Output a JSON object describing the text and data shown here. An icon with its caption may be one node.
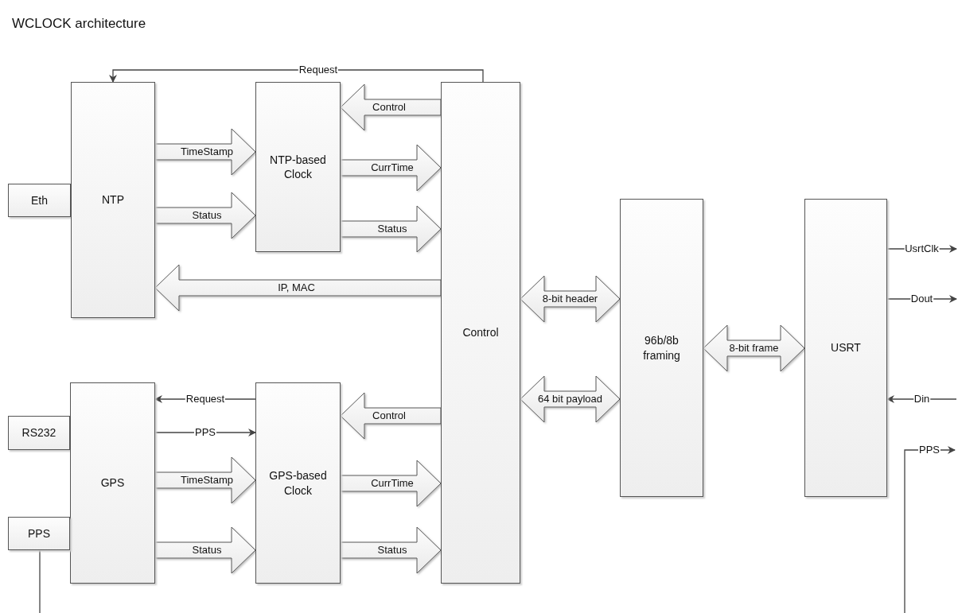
{
  "diagram": {
    "title": "WCLOCK architecture",
    "nodes": [
      {
        "text": [
          "Eth"
        ]
      },
      {
        "text": [
          "NTP"
        ]
      },
      {
        "text": [
          "NTP-based Clock"
        ]
      },
      {
        "text": [
          "Control"
        ]
      },
      {
        "text": [
          "96b/8b framing"
        ]
      },
      {
        "text": [
          "USRT"
        ]
      },
      {
        "text": [
          "RS232"
        ]
      },
      {
        "text": [
          "GPS"
        ]
      },
      {
        "text": [
          "PPS"
        ]
      },
      {
        "text": [
          "GPS-based Clock"
        ]
      }
    ],
    "edges": [
      {
        "from": 3,
        "to": 1,
        "arrow": "to",
        "label": "Request"
      },
      {
        "from": 3,
        "to": 2,
        "arrow": "to",
        "label": "Control",
        "style": "thick"
      },
      {
        "from": 1,
        "to": 2,
        "arrow": "to",
        "label": "TimeStamp",
        "style": "thick"
      },
      {
        "from": 1,
        "to": 2,
        "arrow": "to",
        "label": "Status",
        "style": "thick"
      },
      {
        "from": 2,
        "to": 3,
        "arrow": "to",
        "label": "CurrTime",
        "style": "thick"
      },
      {
        "from": 2,
        "to": 3,
        "arrow": "to",
        "label": "Status",
        "style": "thick"
      },
      {
        "from": 3,
        "to": 1,
        "arrow": "to",
        "label": "IP, MAC",
        "style": "thick"
      },
      {
        "from": 9,
        "to": 7,
        "arrow": "to",
        "label": "Request"
      },
      {
        "from": 7,
        "to": 9,
        "arrow": "to",
        "label": "PPS"
      },
      {
        "from": 3,
        "to": 9,
        "arrow": "to",
        "label": "Control",
        "style": "thick"
      },
      {
        "from": 7,
        "to": 9,
        "arrow": "to",
        "label": "TimeStamp",
        "style": "thick"
      },
      {
        "from": 7,
        "to": 9,
        "arrow": "to",
        "label": "Status",
        "style": "thick"
      },
      {
        "from": 9,
        "to": 3,
        "arrow": "to",
        "label": "CurrTime",
        "style": "thick"
      },
      {
        "from": 9,
        "to": 3,
        "arrow": "to",
        "label": "Status",
        "style": "thick"
      },
      {
        "from": 3,
        "to": 4,
        "arrow": "both",
        "label": "8-bit header",
        "style": "thick"
      },
      {
        "from": 3,
        "to": 4,
        "arrow": "both",
        "label": "64 bit payload",
        "style": "thick"
      },
      {
        "from": 4,
        "to": 5,
        "arrow": "both",
        "label": "8-bit frame",
        "style": "thick"
      },
      {
        "from": 5,
        "to": null,
        "arrow": "to",
        "label": "UsrtClk"
      },
      {
        "from": 5,
        "to": null,
        "arrow": "to",
        "label": "Dout"
      },
      {
        "from": null,
        "to": 5,
        "arrow": "to",
        "label": "Din"
      },
      {
        "from": 8,
        "to": null,
        "arrow": "none"
      }
    ],
    "labels": [
      "PPS"
    ]
  }
}
